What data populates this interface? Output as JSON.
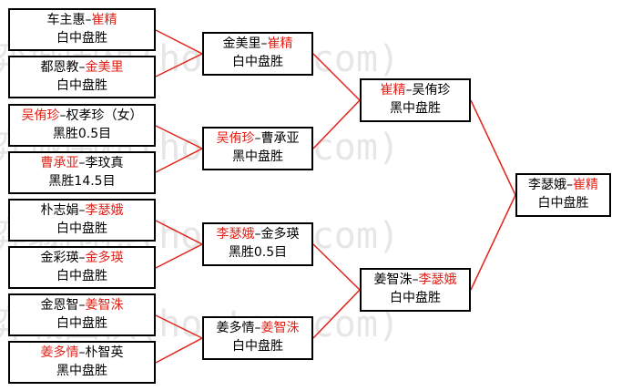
{
  "watermark": {
    "text": "弈城围棋(hoetom.com)"
  },
  "colors": {
    "winner": "#e2231a",
    "line": "#e2231a",
    "text": "#000000",
    "border": "#000000"
  },
  "boxes": {
    "r1m1": {
      "a": "车主惠",
      "sep": "–",
      "b": "崔精",
      "red": "b",
      "result": "白中盘胜"
    },
    "r1m2": {
      "a": "都恩教",
      "sep": "–",
      "b": "金美里",
      "red": "b",
      "result": "白中盘胜"
    },
    "r1m3": {
      "a": "吴侑珍",
      "sep": "–",
      "b": "权孝珍（女）",
      "red": "a",
      "result": "黑胜0.5目"
    },
    "r1m4": {
      "a": "曹承亚",
      "sep": "–",
      "b": "李玟真",
      "red": "a",
      "result": "黑胜14.5目"
    },
    "r1m5": {
      "a": "朴志娟",
      "sep": "–",
      "b": "李瑟娥",
      "red": "b",
      "result": "白中盘胜"
    },
    "r1m6": {
      "a": "金彩瑛",
      "sep": "–",
      "b": "金多瑛",
      "red": "b",
      "result": "白中盘胜"
    },
    "r1m7": {
      "a": "金恩智",
      "sep": "–",
      "b": "姜智洙",
      "red": "b",
      "result": "白中盘胜"
    },
    "r1m8": {
      "a": "姜多情",
      "sep": "–",
      "b": "朴智英",
      "red": "a",
      "result": "黑中盘胜"
    },
    "r2m1": {
      "a": "金美里",
      "sep": "–",
      "b": "崔精",
      "red": "b",
      "result": "白中盘胜"
    },
    "r2m2": {
      "a": "吴侑珍",
      "sep": "–",
      "b": "曹承亚",
      "red": "a",
      "result": "黑中盘胜"
    },
    "r2m3": {
      "a": "李瑟娥",
      "sep": "–",
      "b": "金多瑛",
      "red": "a",
      "result": "黑胜0.5目"
    },
    "r2m4": {
      "a": "姜多情",
      "sep": "–",
      "b": "姜智洙",
      "red": "b",
      "result": "白中盘胜"
    },
    "r3m1": {
      "a": "崔精",
      "sep": "–",
      "b": "吴侑珍",
      "red": "a",
      "result": "黑中盘胜"
    },
    "r3m2": {
      "a": "姜智洙",
      "sep": "–",
      "b": "李瑟娥",
      "red": "b",
      "result": "白中盘胜"
    },
    "final": {
      "a": "李瑟娥",
      "sep": "–",
      "b": "崔精",
      "red": "b",
      "result": "白中盘胜"
    }
  }
}
